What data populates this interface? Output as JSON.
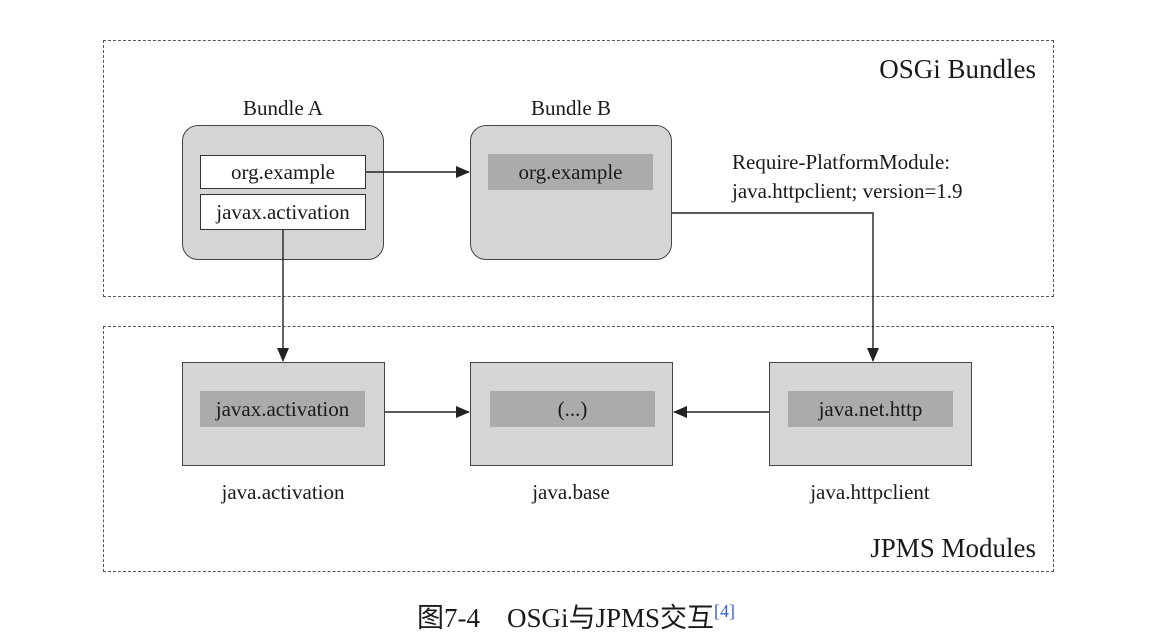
{
  "osgi_region": {
    "label": "OSGi Bundles"
  },
  "jpms_region": {
    "label": "JPMS Modules"
  },
  "bundle_a": {
    "title": "Bundle A",
    "packages": [
      "org.example",
      "javax.activation"
    ]
  },
  "bundle_b": {
    "title": "Bundle B",
    "packages": [
      "org.example"
    ]
  },
  "require_note": {
    "line1": "Require-PlatformModule:",
    "line2": "java.httpclient; version=1.9"
  },
  "modules": [
    {
      "name": "java.activation",
      "package": "javax.activation"
    },
    {
      "name": "java.base",
      "package": "(...)"
    },
    {
      "name": "java.httpclient",
      "package": "java.net.http"
    }
  ],
  "caption": {
    "text": "图7-4　OSGi与JPMS交互",
    "ref": "[4]"
  }
}
